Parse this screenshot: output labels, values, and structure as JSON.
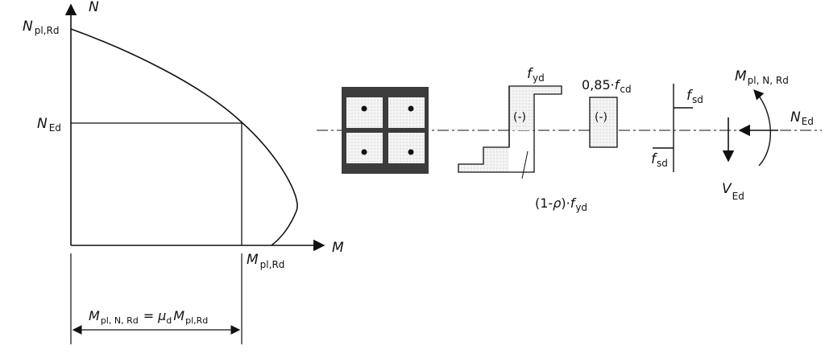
{
  "interaction_diagram": {
    "axis_n": "N",
    "axis_m": "M",
    "n_pl_rd": {
      "main": "N",
      "sub": "pl,Rd"
    },
    "n_ed": {
      "main": "N",
      "sub": "Ed"
    },
    "m_pl_rd": {
      "main": "M",
      "sub": "pl,Rd"
    },
    "dimension": {
      "m1": "M",
      "m1_sub": "pl, N, Rd",
      "eq": "=",
      "mu": "μ",
      "mu_sub": "d",
      "m2": "M",
      "m2_sub": "pl,Rd"
    }
  },
  "stress_blocks": {
    "steel_top": {
      "main": "f",
      "sub": "yd"
    },
    "steel_sign": "(-)",
    "steel_bottom": {
      "pre": "(1-",
      "rho": "ρ",
      "mid": ")·",
      "f": "f",
      "sub": "yd"
    },
    "concrete_top": {
      "pre": "0,85·",
      "f": "f",
      "sub": "cd"
    },
    "concrete_sign": "(-)",
    "rebar_top": {
      "main": "f",
      "sub": "sd"
    },
    "rebar_bottom": {
      "main": "f",
      "sub": "sd"
    }
  },
  "forces": {
    "moment": {
      "main": "M",
      "sub": "pl, N, Rd"
    },
    "normal": {
      "main": "N",
      "sub": "Ed"
    },
    "shear": {
      "main": "V",
      "sub": "Ed"
    }
  },
  "colors": {
    "stroke": "#111111",
    "hatch": "#e6e6e6",
    "steel_fill": "#3c3c3c",
    "concrete_fill": "#f2f2f2"
  }
}
